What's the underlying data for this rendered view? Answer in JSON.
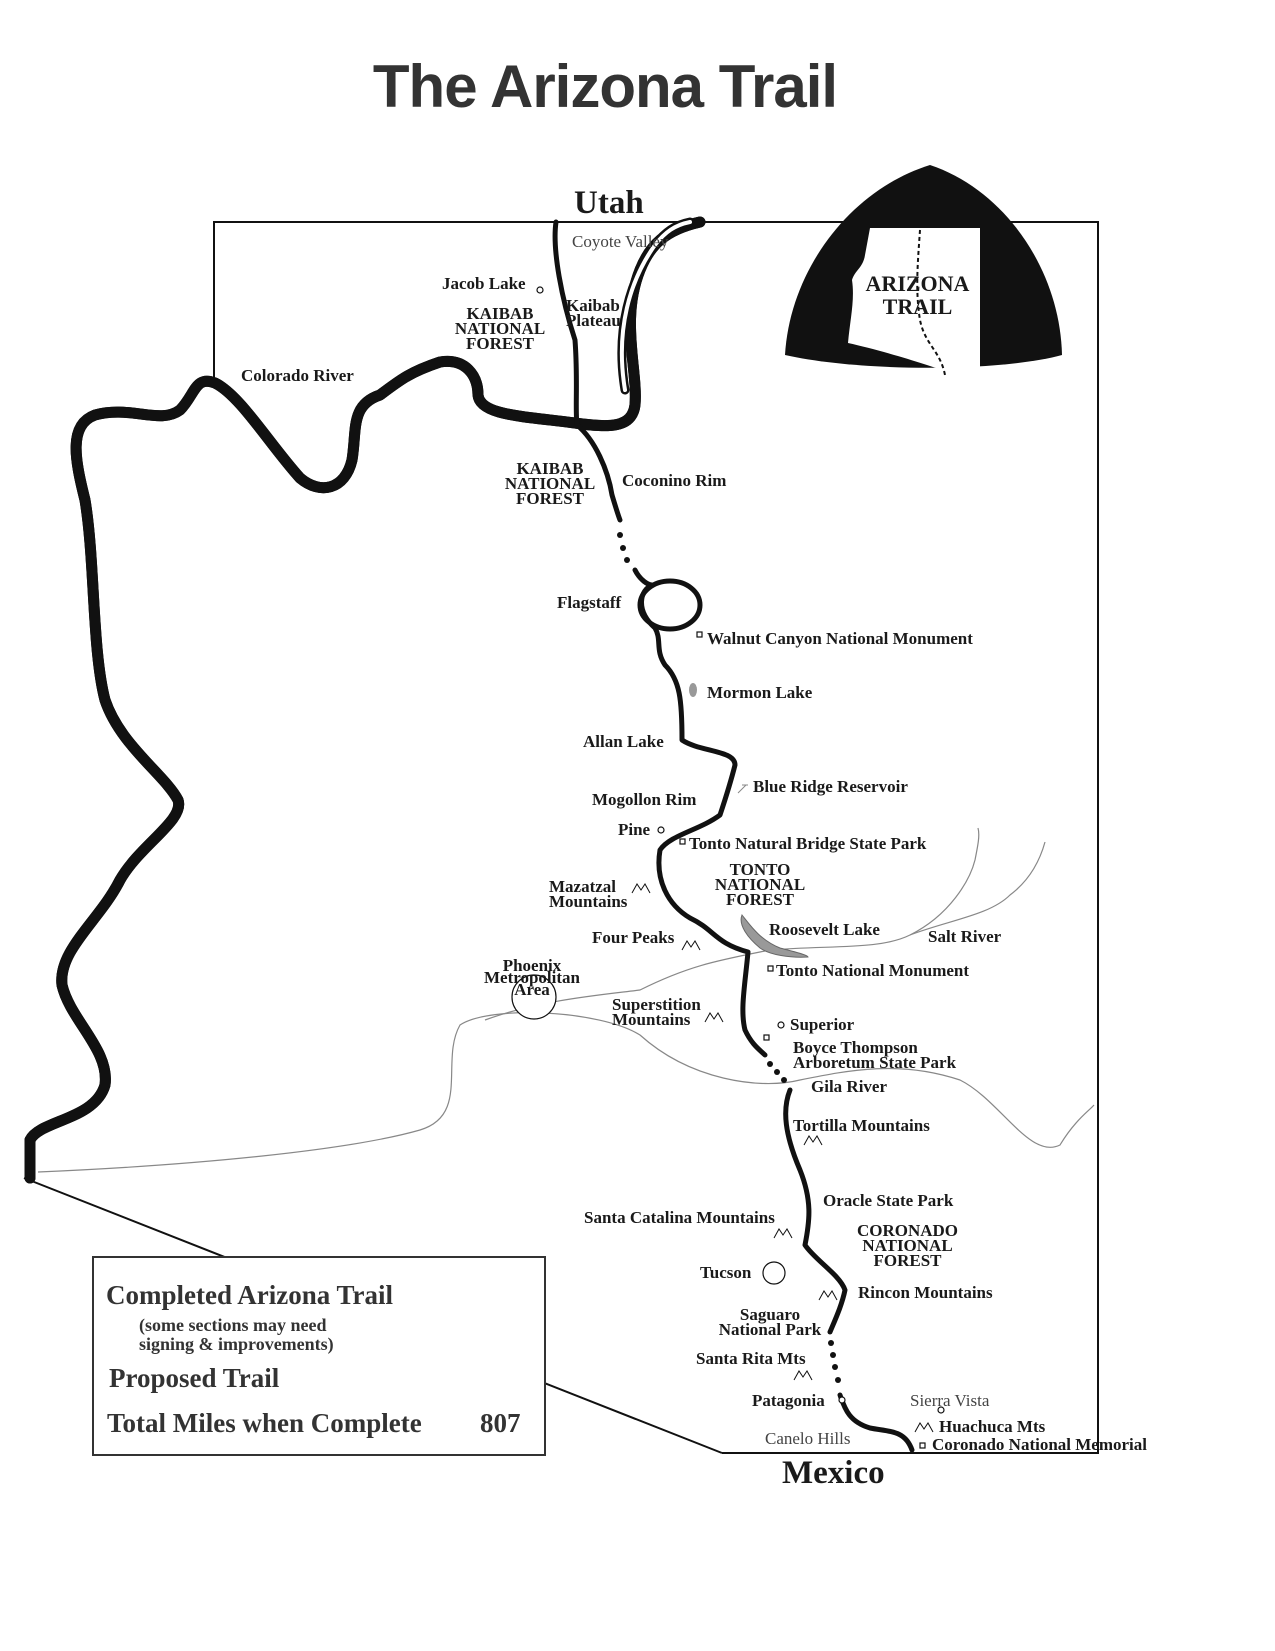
{
  "title": "The Arizona Trail",
  "logo": {
    "text": "ARIZONA\nTRAIL"
  },
  "labels": [
    "Utah",
    "Mexico",
    "Coyote Valley",
    "Jacob Lake",
    "KAIBAB\nNATIONAL\nFOREST",
    "Kaibab\nPlateau",
    "Colorado River",
    "KAIBAB\nNATIONAL\nFOREST",
    "Coconino Rim",
    "Flagstaff",
    "Walnut Canyon National Monument",
    "Mormon Lake",
    "Allan Lake",
    "Blue Ridge Reservoir",
    "Mogollon Rim",
    "Pine",
    "Tonto Natural Bridge State Park",
    "TONTO\nNATIONAL\nFOREST",
    "Mazatzal\nMountains",
    "Four Peaks",
    "Roosevelt Lake",
    "Salt River",
    "Phoenix\nMetropolitan\nArea",
    "Tonto National Monument",
    "Superstition\nMountains",
    "Superior",
    "Boyce Thompson\nArboretum State Park",
    "Gila River",
    "Tortilla Mountains",
    "Oracle State Park",
    "Santa Catalina Mountains",
    "CORONADO\nNATIONAL\nFOREST",
    "Tucson",
    "Rincon Mountains",
    "Saguaro\nNational Park",
    "Santa Rita Mts",
    "Patagonia",
    "Sierra Vista",
    "Huachuca Mts",
    "Canelo Hills",
    "Coronado National Memorial"
  ],
  "legend": {
    "completed": "Completed Arizona Trail",
    "note": "(some sections may need\nsigning & improvements)",
    "proposed": "Proposed Trail",
    "total_label": "Total Miles when Complete",
    "total_value": "807"
  }
}
